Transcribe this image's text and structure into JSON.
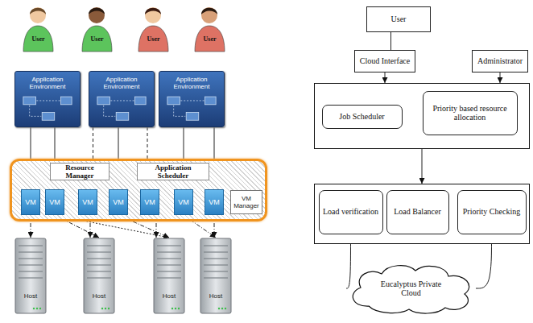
{
  "diagram": {
    "nodes": [
      {
        "text": [
          "User"
        ]
      },
      {
        "text": [
          "User"
        ]
      },
      {
        "text": [
          "User"
        ]
      },
      {
        "text": [
          "User"
        ]
      },
      {
        "text": [
          "Application Environment"
        ]
      },
      {
        "text": [
          "Application Environment"
        ]
      },
      {
        "text": [
          "Application Environment"
        ]
      },
      {
        "text": []
      },
      {
        "text": [
          "Resource Manager"
        ],
        "in": 7
      },
      {
        "text": [
          "Application Scheduler"
        ],
        "in": 7
      },
      {
        "text": [
          "VM"
        ],
        "in": 7
      },
      {
        "text": [
          "VM"
        ],
        "in": 7
      },
      {
        "text": [
          "VM"
        ],
        "in": 7
      },
      {
        "text": [
          "VM"
        ],
        "in": 7
      },
      {
        "text": [
          "VM"
        ],
        "in": 7
      },
      {
        "text": [
          "VM"
        ],
        "in": 7
      },
      {
        "text": [
          "VM"
        ],
        "in": 7
      },
      {
        "text": [
          "VM Manager"
        ],
        "in": 7
      },
      {
        "text": [
          "Host"
        ]
      },
      {
        "text": [
          "Host"
        ]
      },
      {
        "text": [
          "Host"
        ]
      },
      {
        "text": [
          "Host"
        ]
      },
      {
        "text": [
          "User"
        ]
      },
      {
        "text": [
          "Cloud Interface"
        ]
      },
      {
        "text": [
          "Administrator"
        ]
      },
      {
        "text": []
      },
      {
        "text": [
          "Job Scheduler"
        ],
        "in": 25
      },
      {
        "text": [
          "Priority based resource allocation"
        ],
        "in": 25
      },
      {
        "text": []
      },
      {
        "text": [
          "Load verification"
        ],
        "in": 28
      },
      {
        "text": [
          "Load Balancer"
        ],
        "in": 28
      },
      {
        "text": [
          "Priority Checking"
        ],
        "in": 28
      },
      {
        "text": [
          "Eucalyptus Private Cloud"
        ]
      }
    ],
    "edges": [
      {
        "from": 4,
        "to": 10,
        "arrow": "to"
      },
      {
        "from": 4,
        "to": 11,
        "arrow": "to"
      },
      {
        "from": 5,
        "to": 12,
        "arrow": "to"
      },
      {
        "from": 5,
        "to": 13,
        "arrow": "to"
      },
      {
        "from": 5,
        "to": 14,
        "arrow": "to"
      },
      {
        "from": 6,
        "to": 15,
        "arrow": "to"
      },
      {
        "from": 6,
        "to": 16,
        "arrow": "to"
      },
      {
        "from": 10,
        "to": 18,
        "arrow": "to"
      },
      {
        "from": 11,
        "to": 19,
        "arrow": "to"
      },
      {
        "from": 12,
        "to": 19,
        "arrow": "to"
      },
      {
        "from": 13,
        "to": 20,
        "arrow": "to"
      },
      {
        "from": 14,
        "to": 20,
        "arrow": "to"
      },
      {
        "from": 15,
        "to": 21,
        "arrow": "to"
      },
      {
        "from": 16,
        "to": 21,
        "arrow": "to"
      },
      {
        "from": 11,
        "to": 20,
        "arrow": "to"
      },
      {
        "from": 22,
        "to": 23,
        "arrow": "none"
      },
      {
        "from": 23,
        "to": 25,
        "arrow": "to"
      },
      {
        "from": 24,
        "to": 25,
        "arrow": "to"
      },
      {
        "from": 25,
        "to": 28,
        "arrow": "to"
      },
      {
        "from": 32,
        "to": 29,
        "arrow": "to"
      },
      {
        "from": 32,
        "to": 31,
        "arrow": "to"
      }
    ]
  }
}
